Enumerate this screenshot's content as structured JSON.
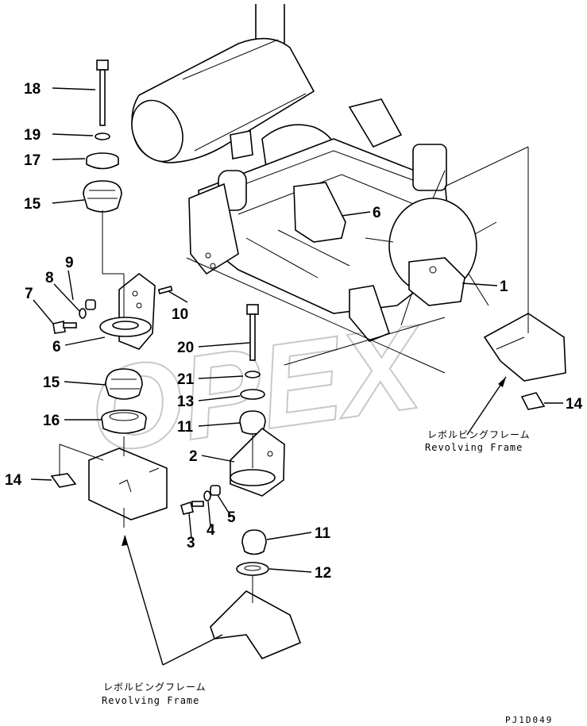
{
  "watermark": "OPEX",
  "drawing_code": "PJ1D049",
  "frame_label": {
    "jp": "レボルビングフレーム",
    "en": "Revolving Frame"
  },
  "callouts": [
    "1",
    "2",
    "3",
    "4",
    "5",
    "6",
    "6",
    "7",
    "8",
    "9",
    "10",
    "11",
    "11",
    "12",
    "13",
    "14",
    "14",
    "15",
    "15",
    "16",
    "17",
    "18",
    "19",
    "20",
    "21"
  ]
}
